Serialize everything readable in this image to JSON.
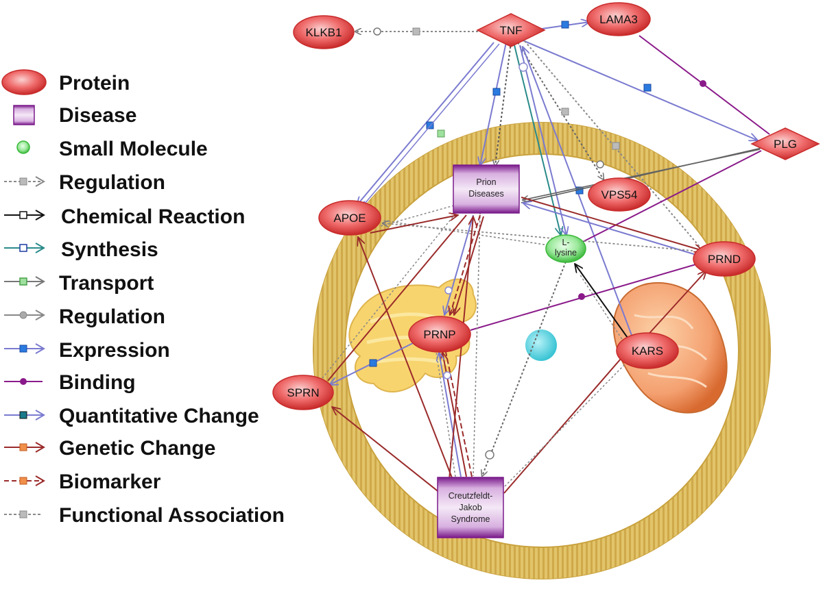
{
  "legend": {
    "items": [
      {
        "key": "protein",
        "label": "Protein",
        "color": "#e84a4a"
      },
      {
        "key": "disease",
        "label": "Disease",
        "color": "#8a2a9a"
      },
      {
        "key": "small_molecule",
        "label": "Small Molecule",
        "color": "#5fd45f"
      },
      {
        "key": "regulation_fa",
        "label": "Regulation",
        "color": "#888888"
      },
      {
        "key": "chemical_reaction",
        "label": "Chemical Reaction",
        "color": "#111111"
      },
      {
        "key": "synthesis",
        "label": "Synthesis",
        "color": "#2a8a8a"
      },
      {
        "key": "transport",
        "label": "Transport",
        "color": "#6ab04c"
      },
      {
        "key": "regulation_circle",
        "label": "Regulation",
        "color": "#888888"
      },
      {
        "key": "expression",
        "label": "Expression",
        "color": "#6a6ac8"
      },
      {
        "key": "binding",
        "label": "Binding",
        "color": "#8a1a8a"
      },
      {
        "key": "quantitative_change",
        "label": "Quantitative Change",
        "color": "#5a6ad8"
      },
      {
        "key": "genetic_change",
        "label": "Genetic Change",
        "color": "#9a2a2a"
      },
      {
        "key": "biomarker",
        "label": "Biomarker",
        "color": "#a02a2a"
      },
      {
        "key": "functional_association",
        "label": "Functional Association",
        "color": "#888888"
      }
    ]
  },
  "nodes": {
    "tnf": {
      "label": "TNF",
      "kind": "protein"
    },
    "klkb1": {
      "label": "KLKB1",
      "kind": "protein"
    },
    "lama3": {
      "label": "LAMA3",
      "kind": "protein"
    },
    "plg": {
      "label": "PLG",
      "kind": "protein"
    },
    "vps54": {
      "label": "VPS54",
      "kind": "protein"
    },
    "apoe": {
      "label": "APOE",
      "kind": "protein"
    },
    "prnd": {
      "label": "PRND",
      "kind": "protein"
    },
    "prnp": {
      "label": "PRNP",
      "kind": "protein"
    },
    "kars": {
      "label": "KARS",
      "kind": "protein"
    },
    "sprn": {
      "label": "SPRN",
      "kind": "protein"
    },
    "prion": {
      "label_line1": "Prion",
      "label_line2": "Diseases",
      "kind": "disease"
    },
    "cjd": {
      "label_line1": "Creutzfeldt-",
      "label_line2": "Jakob",
      "label_line3": "Syndrome",
      "kind": "disease"
    },
    "lysine": {
      "label_line1": "L-",
      "label_line2": "lysine",
      "kind": "small_molecule"
    }
  },
  "colors": {
    "membrane": "#d9b85a",
    "protein": "#e84a4a",
    "disease": "#8a2a9a",
    "small_molecule": "#7ee07e",
    "mitochondrion": "#f0935a",
    "golgi": "#f7c948",
    "nucleus": "#6dd5e0"
  }
}
